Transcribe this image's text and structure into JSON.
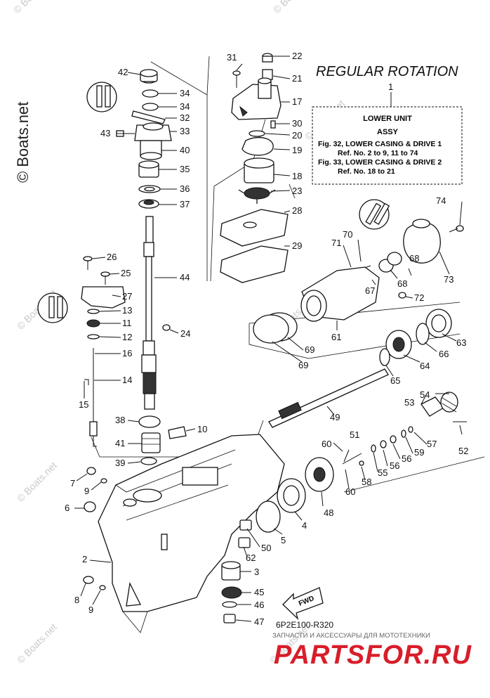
{
  "header": {
    "title": "REGULAR ROTATION",
    "callout_number": "1"
  },
  "assembly_box": {
    "name": "LOWER UNIT",
    "sub": "ASSY",
    "line1": "Fig. 32, LOWER CASING & DRIVE 1",
    "line2": "Ref. No. 2 to 9, 11 to 74",
    "line3": "Fig. 33, LOWER CASING & DRIVE 2",
    "line4": "Ref. No. 18 to 21"
  },
  "watermarks": {
    "side": "© Boats.net",
    "small": "© Boats.net"
  },
  "diagram_code": "6P2E100-R320",
  "footer": {
    "tagline": "ЗАПЧАСТИ И АКСЕССУАРЫ ДЛЯ МОТОТЕХНИКИ",
    "logo": "PARTSFOR.RU"
  },
  "fwd_label": "FWD",
  "colors": {
    "ink": "#111111",
    "logo_red": "#d81e2a",
    "watermark": "#c9c9c9"
  },
  "callouts": {
    "c1": "1",
    "c2": "2",
    "c3": "3",
    "c4": "4",
    "c5": "5",
    "c6": "6",
    "c7": "7",
    "c8": "8",
    "c9a": "9",
    "c9b": "9",
    "c10": "10",
    "c11": "11",
    "c12": "12",
    "c13": "13",
    "c14": "14",
    "c15": "15",
    "c16": "16",
    "c17": "17",
    "c18": "18",
    "c19": "19",
    "c20": "20",
    "c21": "21",
    "c22": "22",
    "c23": "23",
    "c24": "24",
    "c25": "25",
    "c26": "26",
    "c27": "27",
    "c28": "28",
    "c29": "29",
    "c30": "30",
    "c31": "31",
    "c32": "32",
    "c33": "33",
    "c34a": "34",
    "c34b": "34",
    "c35": "35",
    "c36": "36",
    "c37": "37",
    "c38": "38",
    "c39": "39",
    "c40": "40",
    "c41": "41",
    "c42": "42",
    "c43": "43",
    "c44": "44",
    "c45": "45",
    "c46": "46",
    "c47": "47",
    "c48": "48",
    "c49": "49",
    "c50": "50",
    "c51": "51",
    "c52": "52",
    "c53": "53",
    "c54": "54",
    "c55": "55",
    "c56": "56",
    "c57": "57",
    "c58": "58",
    "c59": "59",
    "c60a": "60",
    "c60b": "60",
    "c61": "61",
    "c62": "62",
    "c63": "63",
    "c64": "64",
    "c65": "65",
    "c66": "66",
    "c67": "67",
    "c68a": "68",
    "c68b": "68",
    "c69a": "69",
    "c69b": "69",
    "c70": "70",
    "c71": "71",
    "c72": "72",
    "c73": "73",
    "c74": "74"
  }
}
